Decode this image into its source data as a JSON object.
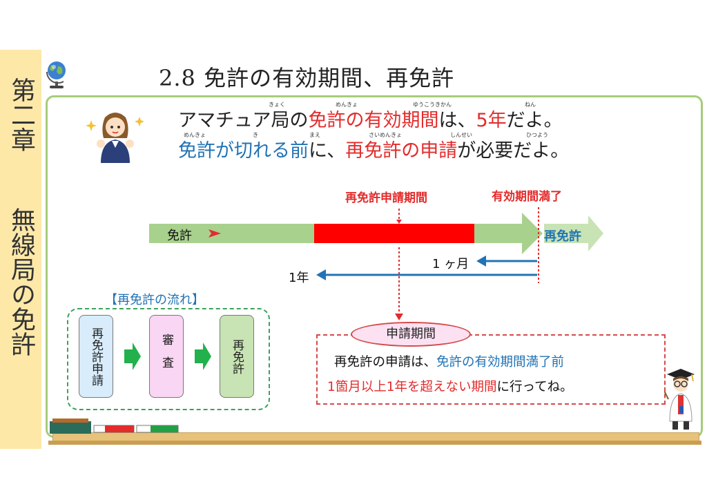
{
  "sidebar": {
    "chapter": "第二章",
    "section": "無線局の免許"
  },
  "title": "2.8  免許の有効期間、再免許",
  "speech": {
    "l1_a": "アマチュア局の",
    "l1_b": "免許の有効期間",
    "l1_c": "は、",
    "l1_d": "5年",
    "l1_e": "だよ。",
    "l2_a": "免許が切れる前",
    "l2_b": "に、",
    "l2_c": "再免許の申請",
    "l2_d": "が必要だよ。",
    "ruby": {
      "kyoku": "きょく",
      "menkyo": "めんきょ",
      "yuukoukikan": "ゆうこうきかん",
      "nen": "ねん",
      "menkyo2": "めんきょ",
      "ki": "き",
      "mae": "まえ",
      "saimenkyo": "さいめんきょ",
      "shinsei": "しんせい",
      "hitsuyou": "ひつよう"
    }
  },
  "timeline": {
    "apply_period_label": "再免許申請期間",
    "expiry_label": "有効期間満了",
    "license_label": "免許",
    "renewal_label": "再免許",
    "one_month": "1 ヶ月",
    "one_year": "1年"
  },
  "flow": {
    "title": "【再免許の流れ】",
    "steps": [
      "再免許申請",
      "審査",
      "再免許"
    ]
  },
  "period": {
    "pill": "申請期間",
    "line1_a": "再免許の申請は、",
    "line1_b": "免許の有効期間満了前",
    "line2_a": "1箇月以上1年を超えない期間",
    "line2_b": "に行ってね。"
  },
  "colors": {
    "red": "#e32b2b",
    "blue": "#2173b5",
    "green_bar": "#a9d18e",
    "sidebar": "#fde8a8"
  }
}
